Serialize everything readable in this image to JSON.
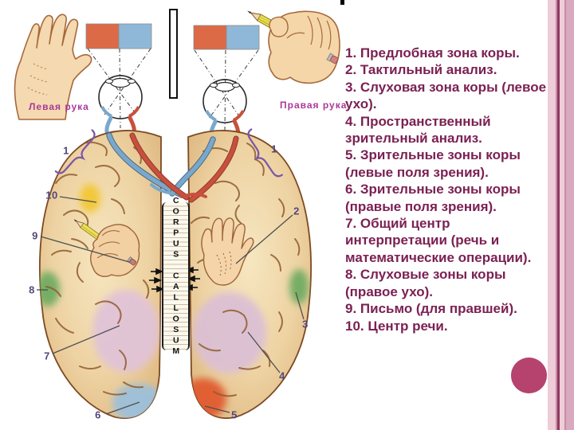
{
  "diagram": {
    "left_hand_label": "Левая рука",
    "right_hand_label": "Правая рука",
    "corpus_callosum_label": "CORPUS CALLOSUM",
    "markers": {
      "left_frontal": "1",
      "speech_center": "10",
      "writing": "9",
      "auditory_right_ear": "8",
      "interpretation": "7",
      "visual_left_fields": "6",
      "right_frontal": "1",
      "tactile": "2",
      "auditory_left_ear": "3",
      "spatial_visual": "4",
      "visual_right_fields": "5"
    }
  },
  "legend": {
    "items": [
      "1. Предлобная зона коры.",
      "2. Тактильный анализ.",
      "3. Слуховая зона коры (левое ухо).",
      "4. Пространственный зрительный анализ.",
      "5. Зрительные зоны коры (левые поля зрения).",
      "6. Зрительные зоны коры (правые поля зрения).",
      "7. Общий центр интерпретации (речь и математические операции).",
      "8. Слуховые зоны коры (правое ухо).",
      "9. Письмо (для правшей).",
      "10. Центр речи."
    ]
  },
  "colors": {
    "legend_text": "#7b2153",
    "hand_label": "#a93a98",
    "marker_text": "#54477a",
    "accent_circle": "#b5436e",
    "visual_field_red": "#dd6a47",
    "visual_field_blue": "#8fb8d8",
    "area_yellow": "#f2c52c",
    "area_green": "#69aa5e",
    "area_pink": "#e0c3d7",
    "area_blue": "#9cc0da",
    "area_orange": "#e05b2e",
    "border_pink": "#d9aabf"
  }
}
